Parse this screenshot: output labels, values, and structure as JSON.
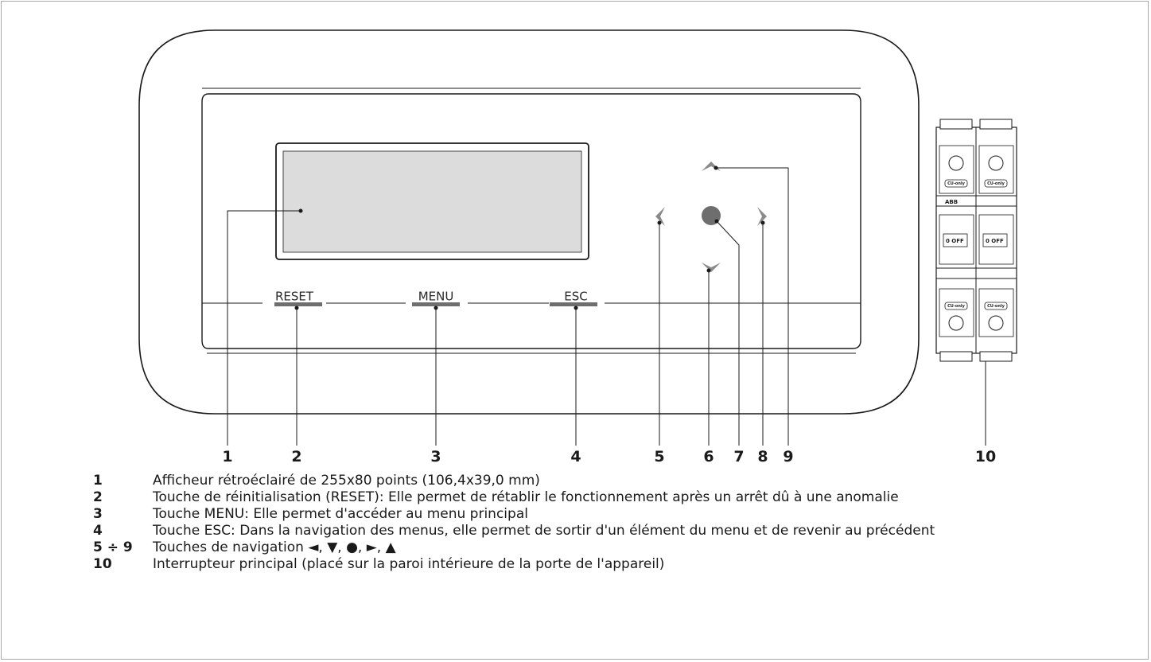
{
  "panel": {
    "buttons": {
      "reset": "RESET",
      "menu": "MENU",
      "esc": "ESC"
    }
  },
  "switch": {
    "brand": "ABB",
    "terminal_label": "CU-only",
    "off_label": "0 OFF"
  },
  "callouts": [
    "1",
    "2",
    "3",
    "4",
    "5",
    "6",
    "7",
    "8",
    "9",
    "10"
  ],
  "legend": [
    {
      "num": "1",
      "text": "Afficheur rétroéclairé de 255x80 points (106,4x39,0 mm)"
    },
    {
      "num": "2",
      "text": "Touche de réinitialisation (RESET): Elle permet de rétablir le fonctionnement après un arrêt dû à une anomalie"
    },
    {
      "num": "3",
      "text": "Touche MENU: Elle permet d'accéder au menu principal"
    },
    {
      "num": "4",
      "text": "Touche ESC: Dans la navigation des menus, elle permet de sortir d'un élément du menu et de revenir au précédent"
    },
    {
      "num": "5 ÷ 9",
      "text": "Touches de navigation ◄, ▼, ●, ►, ▲"
    },
    {
      "num": "10",
      "text": "Interrupteur principal (placé sur la paroi intérieure de la porte de l'appareil)"
    }
  ],
  "colors": {
    "outline": "#1a1a1a",
    "display_fill": "#dcdcdc",
    "button_bar": "#6e6e6e",
    "frame": "#a8a8a8"
  }
}
